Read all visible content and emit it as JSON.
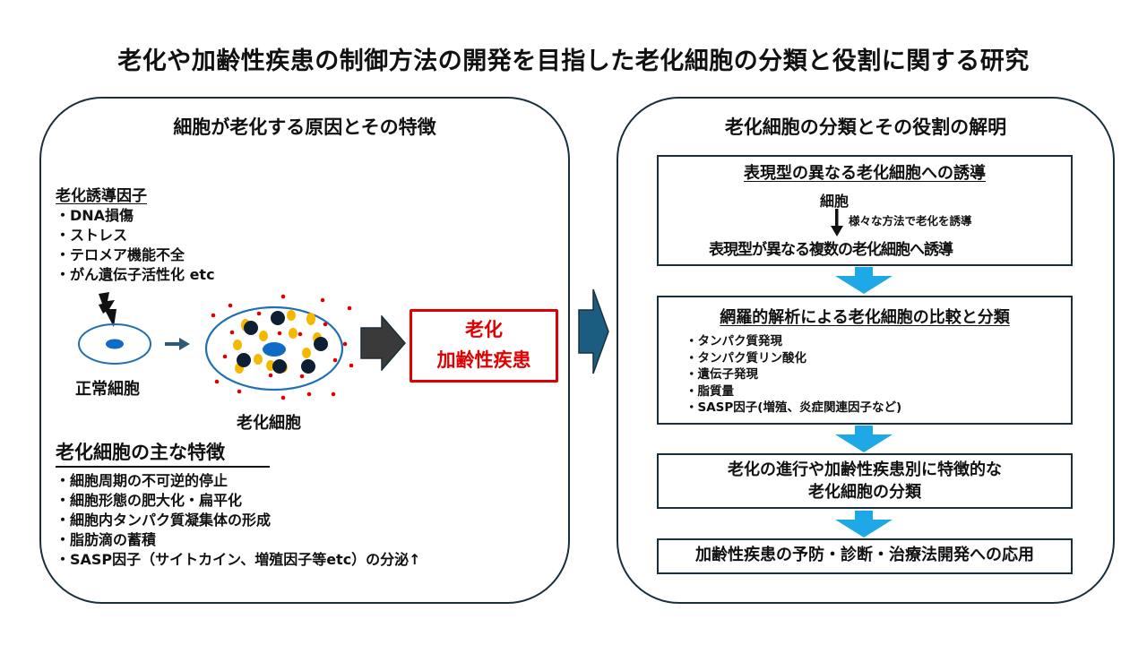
{
  "title": "老化や加齢性疾患の制御方法の開発を目指した老化細胞の分類と役割に関する研究",
  "left_panel": {
    "title": "細胞が老化する原因とその特徴",
    "inducers": {
      "heading": "老化誘導因子",
      "items": [
        "・DNA損傷",
        "・ストレス",
        "・テロメア機能不全",
        "・がん遺伝子活性化 etc"
      ]
    },
    "normal_cell_label": "正常細胞",
    "senescent_cell_label": "老化細胞",
    "outcome_box": {
      "line1": "老化",
      "line2": "加齢性疾患",
      "color": "#e00000"
    },
    "features": {
      "heading": "老化細胞の主な特徴",
      "items": [
        "・細胞周期の不可逆的停止",
        "・細胞形態の肥大化・扁平化",
        "・細胞内タンパク質凝集体の形成",
        "・脂肪滴の蓄積",
        "・SASP因子（サイトカイン、増殖因子等etc）の分泌↑"
      ]
    }
  },
  "right_panel": {
    "title": "老化細胞の分類とその役割の解明",
    "step1": {
      "heading": "表現型の異なる老化細胞への誘導",
      "from": "細胞",
      "method": "様々な方法で老化を誘導",
      "to": "表現型が異なる複数の老化細胞へ誘導"
    },
    "step2": {
      "heading": "網羅的解析による老化細胞の比較と分類",
      "items": [
        "・タンパク質発現",
        "・タンパク質リン酸化",
        "・遺伝子発現",
        "・脂質量",
        "・SASP因子(増殖、炎症関連因子など)"
      ]
    },
    "step3": {
      "line1": "老化の進行や加齢性疾患別に特徴的な",
      "line2": "老化細胞の分類"
    },
    "step4": {
      "text": "加齢性疾患の予防・診断・治療法開発への応用"
    }
  },
  "colors": {
    "panel_border": "#1a2f3c",
    "cell_outline": "#1f6fb5",
    "nucleus": "#0f6cc4",
    "lipid_droplet": "#f5b800",
    "sasp_dot": "#e00000",
    "dark_arrow": "#3a3a3a",
    "teal_arrow": "#1a5d80",
    "flow_arrow": "#1ea8e6"
  }
}
